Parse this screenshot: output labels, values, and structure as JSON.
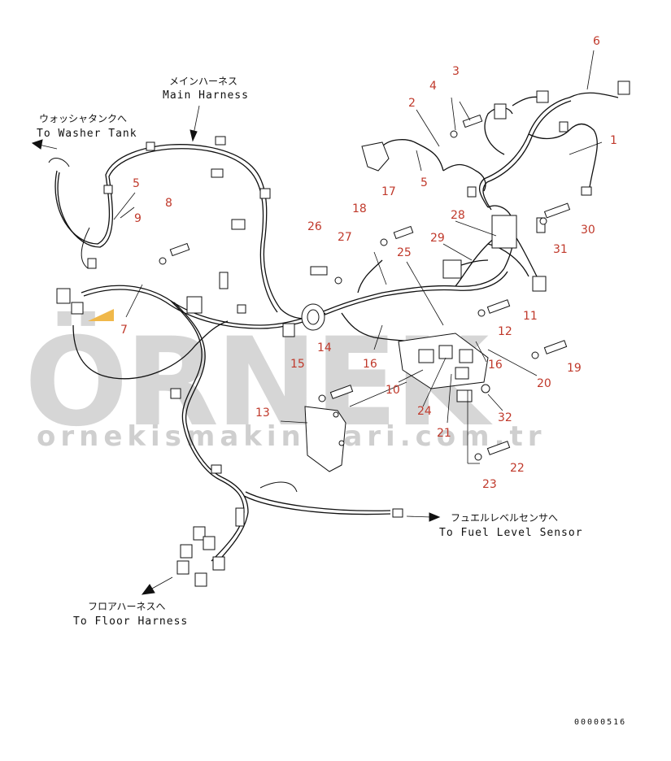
{
  "callouts": {
    "main_harness_jp": "メインハーネス",
    "main_harness_en": "Main Harness",
    "washer_tank_jp": "ウォッシャタンクへ",
    "washer_tank_en": "To Washer Tank",
    "fuel_level_jp": "フュエルレベルセンサへ",
    "fuel_level_en": "To Fuel Level Sensor",
    "floor_harness_jp": "フロアハーネスへ",
    "floor_harness_en": "To Floor Harness"
  },
  "part_numbers": [
    "1",
    "2",
    "3",
    "4",
    "5",
    "5",
    "6",
    "7",
    "8",
    "9",
    "10",
    "11",
    "12",
    "13",
    "14",
    "15",
    "16",
    "16",
    "17",
    "18",
    "19",
    "20",
    "21",
    "22",
    "23",
    "24",
    "25",
    "26",
    "27",
    "28",
    "29",
    "30",
    "31",
    "32"
  ],
  "drawing_code": "00000516",
  "watermark": {
    "brand": "ÖRNEK",
    "url": "ornekismakinalari.com.tr"
  },
  "colors": {
    "part_number": "#c0392b",
    "line": "#111111",
    "watermark": "#d6d6d6"
  }
}
